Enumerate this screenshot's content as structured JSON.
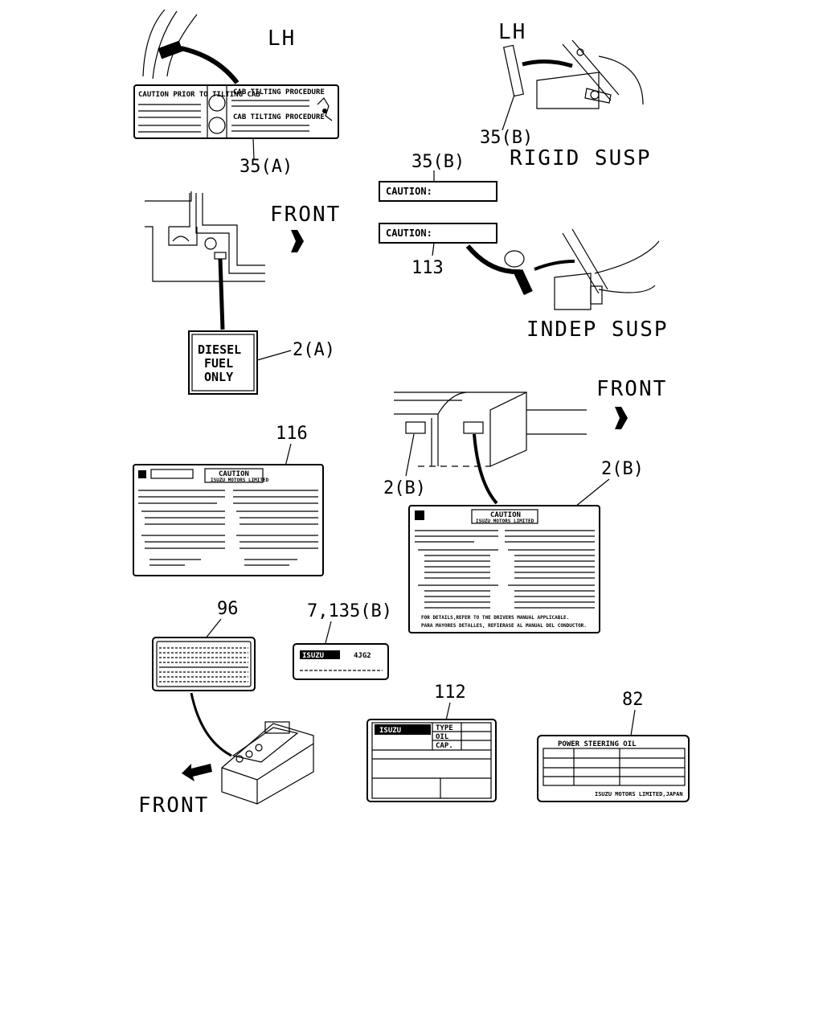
{
  "labels": {
    "lh_top_left": "LH",
    "lh_top_right": "LH",
    "ref_35a": "35(A)",
    "ref_35b_top": "35(B)",
    "ref_35b_mid": "35(B)",
    "rigid_susp": "RIGID SUSP",
    "front_1": "FRONT",
    "front_2": "FRONT",
    "front_3": "FRONT",
    "caution_1": "CAUTION:",
    "caution_2": "CAUTION:",
    "ref_113": "113",
    "indep_susp": "INDEP SUSP",
    "diesel_line1": "DIESEL",
    "diesel_line2": "FUEL",
    "diesel_line3": "ONLY",
    "ref_2a": "2(A)",
    "ref_116": "116",
    "ref_2b_left": "2(B)",
    "ref_2b_right": "2(B)",
    "ref_96": "96",
    "ref_7_135b": "7,135(B)",
    "ref_112": "112",
    "ref_82": "82"
  },
  "label_texts": {
    "cab_tilt_caution": "CAUTION PRIOR TO TILTING CAB",
    "cab_tilt_proc_1": "CAB TILTING PROCEDURE",
    "cab_tilt_proc_2": "CAB TILTING PROCEDURE",
    "label116_caution": "CAUTION",
    "label116_maker": "ISUZU MOTORS LIMITED",
    "label2b_caution": "CAUTION",
    "label2b_maker": "ISUZU MOTORS LIMITED",
    "label2b_en_footer": "FOR DETAILS,REFER TO THE DRIVERS MANUAL APPLICABLE.",
    "label2b_es_footer": "PARA MAYORES DETALLES, REFIERASE AL MANUAL DEL CONDUCTOR.",
    "engine_brand": "ISUZU",
    "engine_model": "4JG2",
    "plate_brand": "ISUZU",
    "plate_type": "TYPE",
    "plate_oil": "OIL",
    "plate_cap": "CAP.",
    "steering_oil_title": "POWER STEERING OIL",
    "steering_oil_maker": "ISUZU MOTORS LIMITED,JAPAN"
  }
}
